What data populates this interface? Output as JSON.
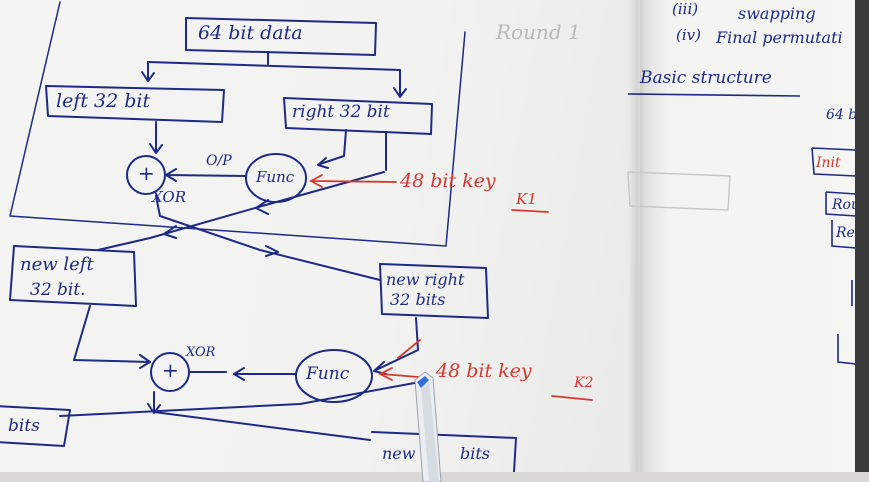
{
  "diagram": {
    "data_box": "64 bit data",
    "left_box": "left 32 bit",
    "right_box": "right 32 bit",
    "func_1": "Func",
    "output_label": "O/P",
    "xor_label_1": "XOR",
    "key_1_text": "48 bit key",
    "key_1_sub": "K1",
    "round_label": "Round 1",
    "new_left_line1": "new left",
    "new_left_line2": "32 bit.",
    "new_right_line1": "new right",
    "new_right_line2": "32 bits",
    "func_2": "Func",
    "xor_label_2": "XOR",
    "key_2_text": "48 bit key",
    "key_2_sub": "K2",
    "bottom_left_box": "bits",
    "bottom_right_box_1": "new",
    "bottom_right_box_2": "bits",
    "plus_symbol": "+"
  },
  "notes": {
    "item_iii_num": "(iii)",
    "item_iii_text": "swapping",
    "item_iv_num": "(iv)",
    "item_iv_text": "Final permutati",
    "heading": "Basic structure",
    "right_cut_1": "64 b",
    "right_cut_2": "Init",
    "right_cut_3": "Rou",
    "right_cut_4": "Re"
  },
  "colors": {
    "ink_blue": "#1d2a86",
    "ink_red": "#d8372f",
    "paper": "#f3f3f1"
  }
}
